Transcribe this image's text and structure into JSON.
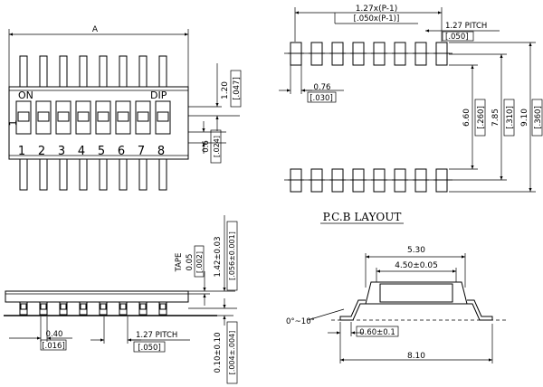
{
  "top_view": {
    "dim_a": "A",
    "label_on": "ON",
    "label_dip": "DIP",
    "pin1": "1",
    "switch_numbers": [
      "1",
      "2",
      "3",
      "4",
      "5",
      "6",
      "7",
      "8"
    ],
    "dim_h_mm": "1.20",
    "dim_h_in": "[.047]",
    "dim_side_mm": "0.6",
    "dim_side_in": "[.024]"
  },
  "pcb_layout": {
    "title": "P.C.B LAYOUT",
    "span_mm": "1.27x(P-1)",
    "span_in": "[.050x(P-1)]",
    "pitch_mm": "1.27 PITCH",
    "pitch_in": "[.050]",
    "pad_w_mm": "0.76",
    "pad_w_in": "[.030]",
    "d1_mm": "6.60",
    "d1_in": "[.260]",
    "d2_mm": "7.85",
    "d2_in": "[.310]",
    "d3_mm": "9.10",
    "d3_in": "[.360]"
  },
  "side_view": {
    "tape_label": "TAPE",
    "tape_mm": "0.05",
    "tape_in": "[.002]",
    "height_mm": "1.42±0.03",
    "height_in": "[.056±0.001]",
    "lead_w_mm": "0.40",
    "lead_w_in": "[.016]",
    "pitch_mm": "1.27 PITCH",
    "pitch_in": "[.050]",
    "stand_mm": "0.10±0.10",
    "stand_in": "[.004±.004]"
  },
  "end_view": {
    "top_w": "5.30",
    "inner_w": "4.50±0.05",
    "angle": "0°~10°",
    "lead_len": "0.60±0.1",
    "total_w": "8.10"
  }
}
